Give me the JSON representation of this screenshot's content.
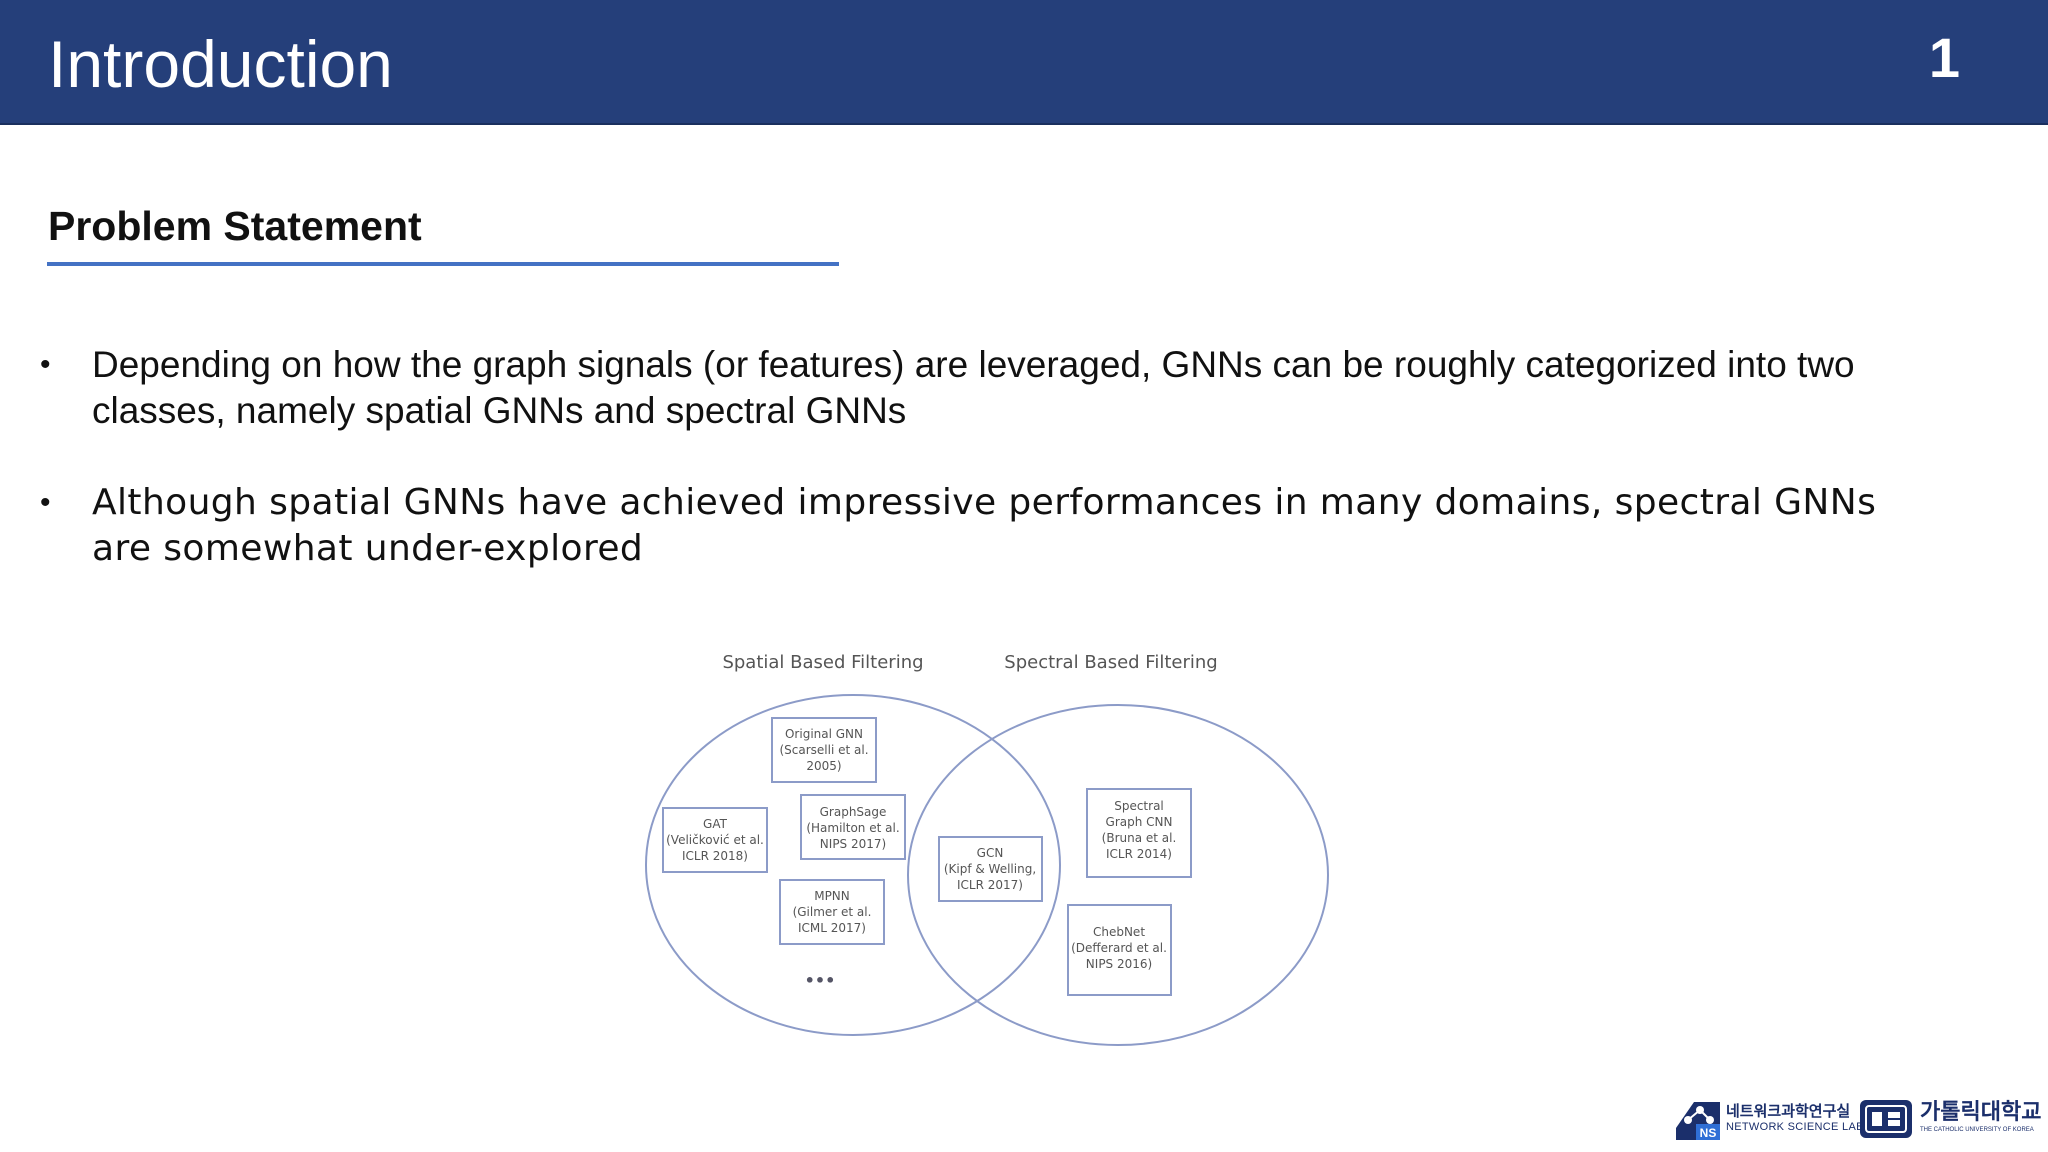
{
  "header": {
    "title": "Introduction",
    "page_number": "1"
  },
  "section": {
    "title": "Problem Statement"
  },
  "bullets": [
    {
      "text": "Depending on how the graph signals (or features) are leveraged, GNNs can be roughly categorized into two classes, namely spatial GNNs and spectral GNNs"
    },
    {
      "text": "Although spatial GNNs have achieved impressive performances in many domains, spectral GNNs are somewhat under-explored"
    }
  ],
  "bullet_marker": "•",
  "venn": {
    "left_label": "Spatial Based Filtering",
    "right_label": "Spectral Based Filtering",
    "boxes": {
      "original_gnn": [
        "Original GNN",
        "(Scarselli et al.",
        "2005)"
      ],
      "graphsage": [
        "GraphSage",
        "(Hamilton et al.",
        "NIPS 2017)"
      ],
      "gat": [
        "GAT",
        "(Veličković et al.",
        "ICLR 2018)"
      ],
      "mpnn": [
        "MPNN",
        "(Gilmer et al.",
        "ICML 2017)"
      ],
      "gcn": [
        "GCN",
        "(Kipf & Welling,",
        "ICLR 2017)"
      ],
      "spectral_cnn": [
        "Spectral",
        "Graph CNN",
        "(Bruna et al.",
        "ICLR 2014)"
      ],
      "chebnet": [
        "ChebNet",
        "(Defferard et al.",
        "NIPS 2016)"
      ]
    },
    "ellipsis": "•••",
    "stroke_color": "#8c9bc8"
  },
  "footer": {
    "lab_name_kr": "네트워크과학연구실",
    "lab_name_en": "NETWORK SCIENCE LAB",
    "lab_mark": "NS",
    "university_kr": "가톨릭대학교",
    "university_en": "THE CATHOLIC UNIVERSITY OF KOREA"
  },
  "colors": {
    "header_bg": "#253f7a",
    "accent_rule": "#4472c4",
    "logo_navy": "#1b2f6b"
  }
}
